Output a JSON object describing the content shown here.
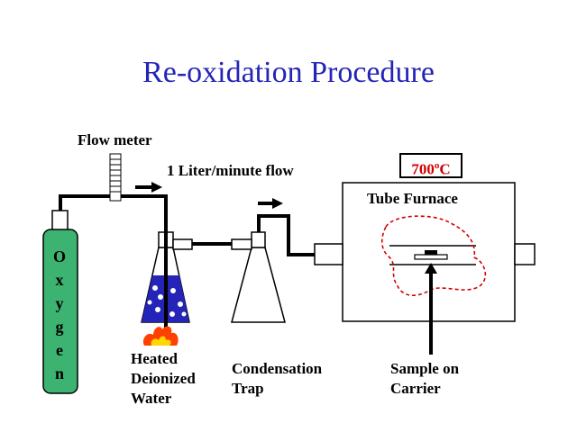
{
  "title": "Re-oxidation Procedure",
  "labels": {
    "flow_meter": "Flow meter",
    "flow_rate": "1 Liter/minute flow",
    "tube_furnace": "Tube Furnace",
    "condensation_trap": "Condensation\nTrap",
    "sample_on_carrier": "Sample on\nCarrier",
    "heated_water": "Heated\nDeionized\nWater"
  },
  "temperature": {
    "value": "700",
    "unit_sup": "o",
    "unit": "C"
  },
  "oxygen_letters": [
    "O",
    "x",
    "y",
    "g",
    "e",
    "n"
  ],
  "colors": {
    "title": "#2424b8",
    "oxygen_tank": "#3cb371",
    "flask_liquid": "#2424b8",
    "hot_zone": "#d40000",
    "flame_outer": "#ff4000",
    "flame_inner": "#ffd700"
  }
}
